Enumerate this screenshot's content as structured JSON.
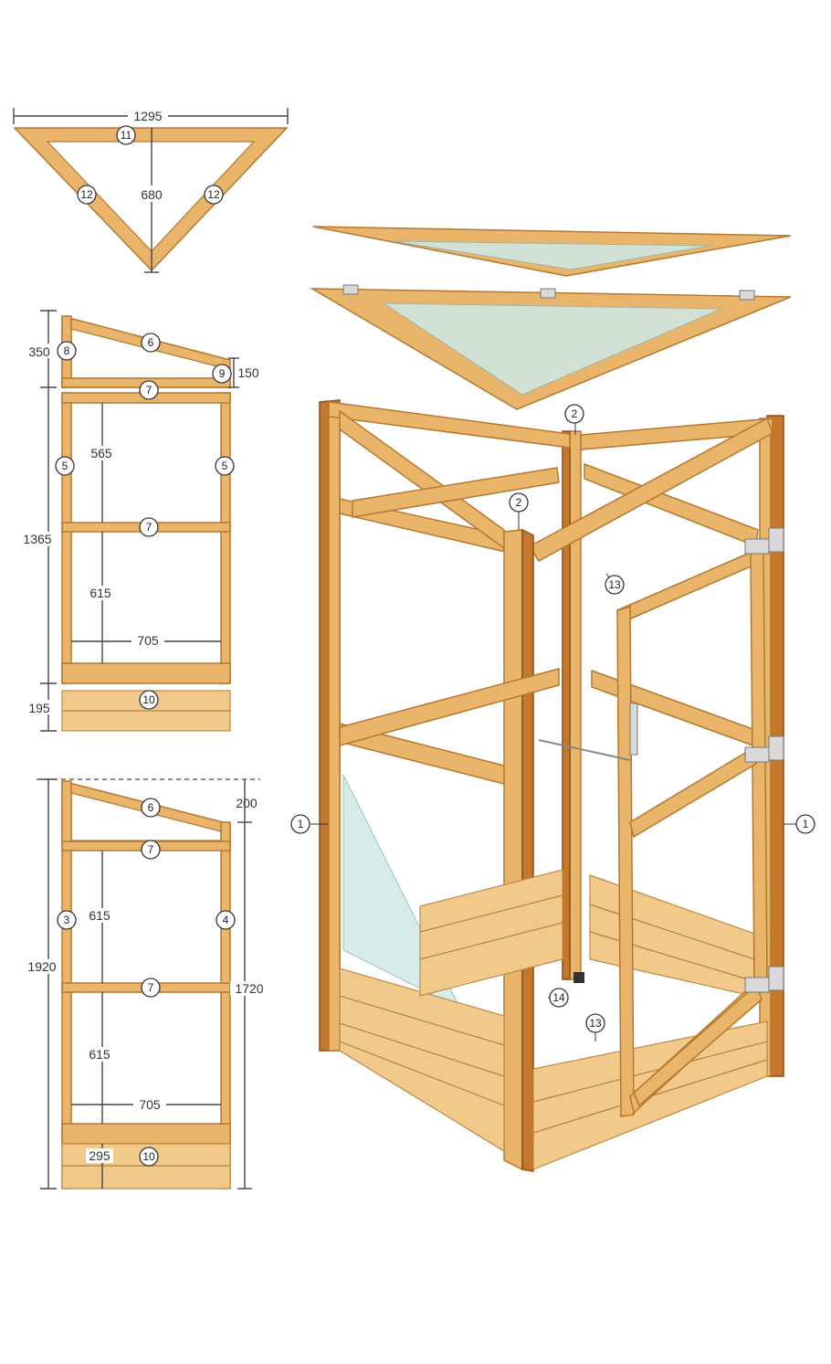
{
  "diagram": {
    "triangle_view": {
      "width_label": "1295",
      "height_label": "680",
      "parts": [
        "11",
        "12",
        "12"
      ]
    },
    "side_view_a": {
      "dims": [
        "350",
        "150",
        "565",
        "1365",
        "615",
        "705",
        "195"
      ],
      "parts": [
        "8",
        "6",
        "9",
        "7",
        "5",
        "5",
        "7",
        "10"
      ]
    },
    "side_view_b": {
      "dims": [
        "200",
        "615",
        "1920",
        "1720",
        "615",
        "705",
        "295"
      ],
      "parts": [
        "6",
        "7",
        "3",
        "4",
        "7",
        "10"
      ]
    },
    "assembly": {
      "parts": [
        "2",
        "2",
        "13",
        "1",
        "1",
        "14",
        "13"
      ]
    }
  },
  "colors": {
    "wood": "#e8b56a",
    "wood_dark": "#c4782b",
    "glass": "#cfe9e6"
  }
}
